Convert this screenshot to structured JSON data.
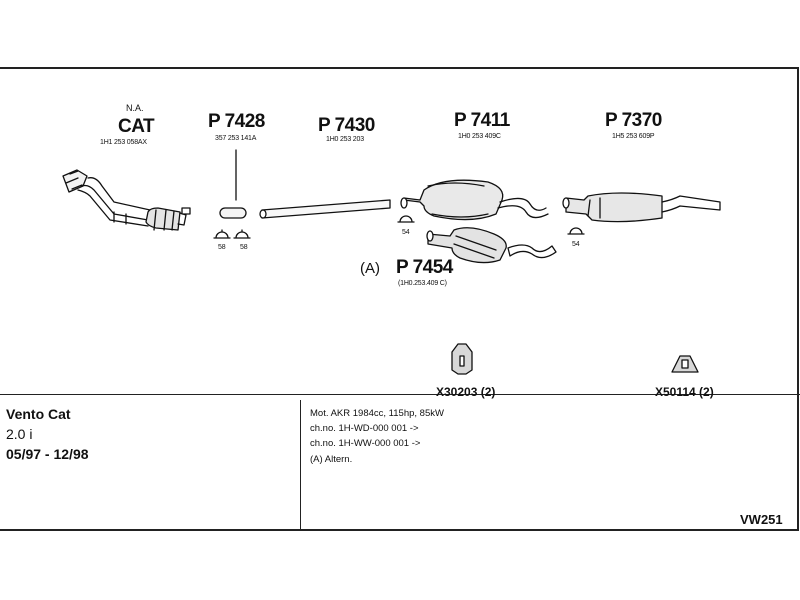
{
  "parts": {
    "cat": {
      "top_label": "N.A.",
      "label": "CAT",
      "oem": "1H1 253 058AX"
    },
    "p7428": {
      "label": "P 7428",
      "oem": "357 253 141A",
      "clamp_left": "58",
      "clamp_right": "58"
    },
    "p7430": {
      "label": "P 7430",
      "oem": "1H0 253 203"
    },
    "p7411": {
      "label": "P 7411",
      "oem": "1H0 253 409C",
      "clamp": "54"
    },
    "p7370": {
      "label": "P 7370",
      "oem": "1H5 253 609P",
      "clamp": "54"
    },
    "p7454": {
      "prefix": "(A)",
      "label": "P 7454",
      "oem": "(1H0.253.409 C)"
    }
  },
  "hardware": {
    "x30203": {
      "label": "X30203 (2)"
    },
    "x50114": {
      "label": "X50114 (2)"
    }
  },
  "vehicle": {
    "name": "Vento Cat",
    "engine": "2.0 i",
    "years": "05/97 - 12/98"
  },
  "notes": {
    "line1": "Mot. AKR 1984cc, 115hp, 85kW",
    "line2": "ch.no. 1H-WD-000 001 ->",
    "line3": "ch.no. 1H-WW-000 001 ->",
    "line4": "(A) Altern."
  },
  "ref_code": "VW251"
}
